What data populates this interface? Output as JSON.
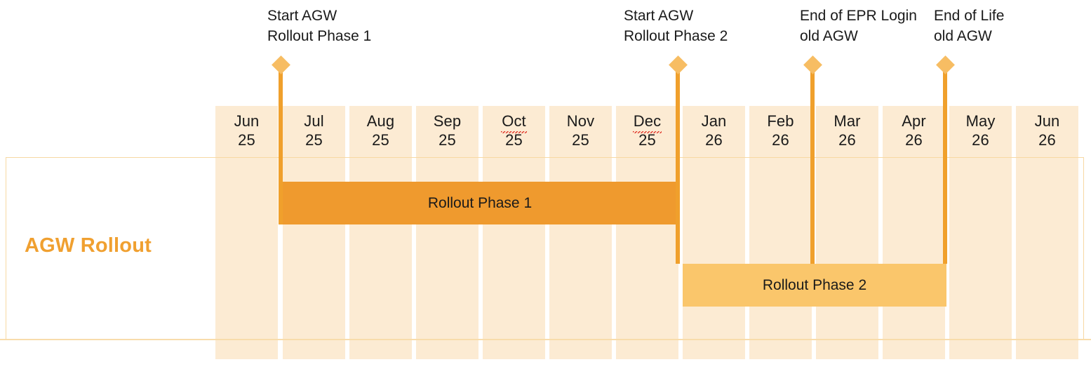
{
  "chart_data": {
    "type": "bar",
    "title": "AGW Rollout",
    "xlabel": "",
    "ylabel": "",
    "categories": [
      "Jun 25",
      "Jul 25",
      "Aug 25",
      "Sep 25",
      "Oct 25",
      "Nov 25",
      "Dec 25",
      "Jan 26",
      "Feb 26",
      "Mar 26",
      "Apr 26",
      "May 26",
      "Jun 26"
    ],
    "swimlane": "AGW Rollout",
    "tasks": [
      {
        "name": "Rollout Phase 1",
        "start": "Jul 25",
        "end": "Jan 26",
        "color": "#EF9A2E",
        "row": 0
      },
      {
        "name": "Rollout Phase 2",
        "start": "Jan 26",
        "end": "Apr 26",
        "color": "#FAC66B",
        "row": 1
      }
    ],
    "milestones": [
      {
        "label": "Start AGW\nRollout Phase 1",
        "at": "Jul 25"
      },
      {
        "label": "Start AGW\nRollout Phase 2",
        "at": "Jan 26"
      },
      {
        "label": "End of EPR Login\nold AGW",
        "at": "Mar 26"
      },
      {
        "label": "End of Life\nold AGW",
        "at": "Apr 26"
      }
    ]
  },
  "colors": {
    "accent": "#F0A030",
    "column_fill": "#FCEBD3",
    "lane_border": "#F7D9A3",
    "bar_phase1": "#EF9A2E",
    "bar_phase2": "#FAC66B",
    "milestone_line": "#F0A02C",
    "milestone_diamond": "#F7BD63",
    "divider": "#F8DCAB",
    "text": "#1a1a1a",
    "background": "#FFFFFF"
  },
  "header": {
    "months": [
      {
        "month": "Jun",
        "year": "25",
        "spellcheck": false
      },
      {
        "month": "Jul",
        "year": "25",
        "spellcheck": false
      },
      {
        "month": "Aug",
        "year": "25",
        "spellcheck": false
      },
      {
        "month": "Sep",
        "year": "25",
        "spellcheck": false
      },
      {
        "month": "Oct",
        "year": "25",
        "spellcheck": true
      },
      {
        "month": "Nov",
        "year": "25",
        "spellcheck": false
      },
      {
        "month": "Dec",
        "year": "25",
        "spellcheck": true
      },
      {
        "month": "Jan",
        "year": "26",
        "spellcheck": false
      },
      {
        "month": "Feb",
        "year": "26",
        "spellcheck": false
      },
      {
        "month": "Mar",
        "year": "26",
        "spellcheck": false
      },
      {
        "month": "Apr",
        "year": "26",
        "spellcheck": false
      },
      {
        "month": "May",
        "year": "26",
        "spellcheck": false
      },
      {
        "month": "Jun",
        "year": "26",
        "spellcheck": false
      }
    ]
  },
  "lane": {
    "title": "AGW Rollout"
  },
  "bars": [
    {
      "label": "Rollout Phase 1"
    },
    {
      "label": "Rollout Phase 2"
    }
  ],
  "milestones": [
    {
      "line1": "Start AGW",
      "line2": "Rollout Phase 1"
    },
    {
      "line1": "Start AGW",
      "line2": "Rollout Phase 2"
    },
    {
      "line1": "End of EPR Login",
      "line2": "old AGW"
    },
    {
      "line1": "End of Life",
      "line2": "old AGW"
    }
  ]
}
